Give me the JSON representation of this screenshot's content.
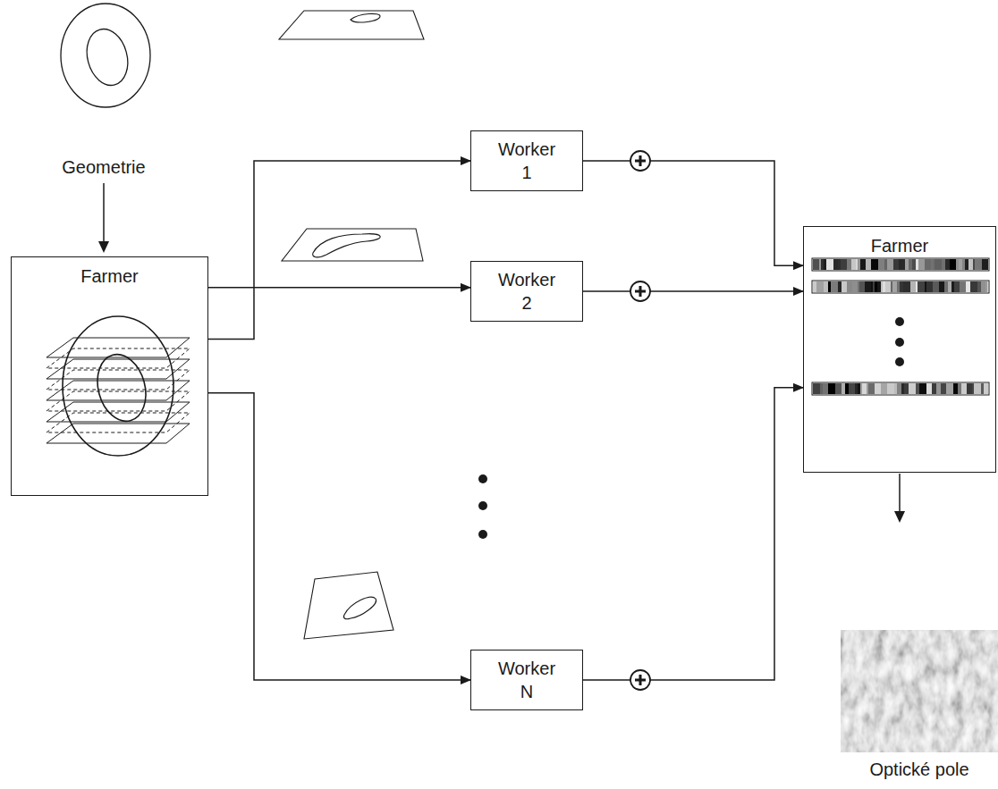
{
  "diagram": {
    "nodes": [
      {
        "text": [
          "Farmer"
        ]
      },
      {
        "text": [
          "Worker 1"
        ]
      },
      {
        "text": [
          "Worker 2"
        ]
      },
      {
        "text": [
          "Worker N"
        ]
      },
      {
        "text": [
          "Farmer"
        ]
      }
    ],
    "edges": [
      {
        "from": 0,
        "to": 1,
        "arrow": "to"
      },
      {
        "from": 0,
        "to": 2,
        "arrow": "to"
      },
      {
        "from": 0,
        "to": 3,
        "arrow": "to"
      },
      {
        "from": 1,
        "to": 4,
        "arrow": "to"
      },
      {
        "from": 2,
        "to": 4,
        "arrow": "to"
      },
      {
        "from": 3,
        "to": 4,
        "arrow": "to"
      }
    ],
    "labels": [
      "Geometrie",
      "Optické pole"
    ]
  }
}
